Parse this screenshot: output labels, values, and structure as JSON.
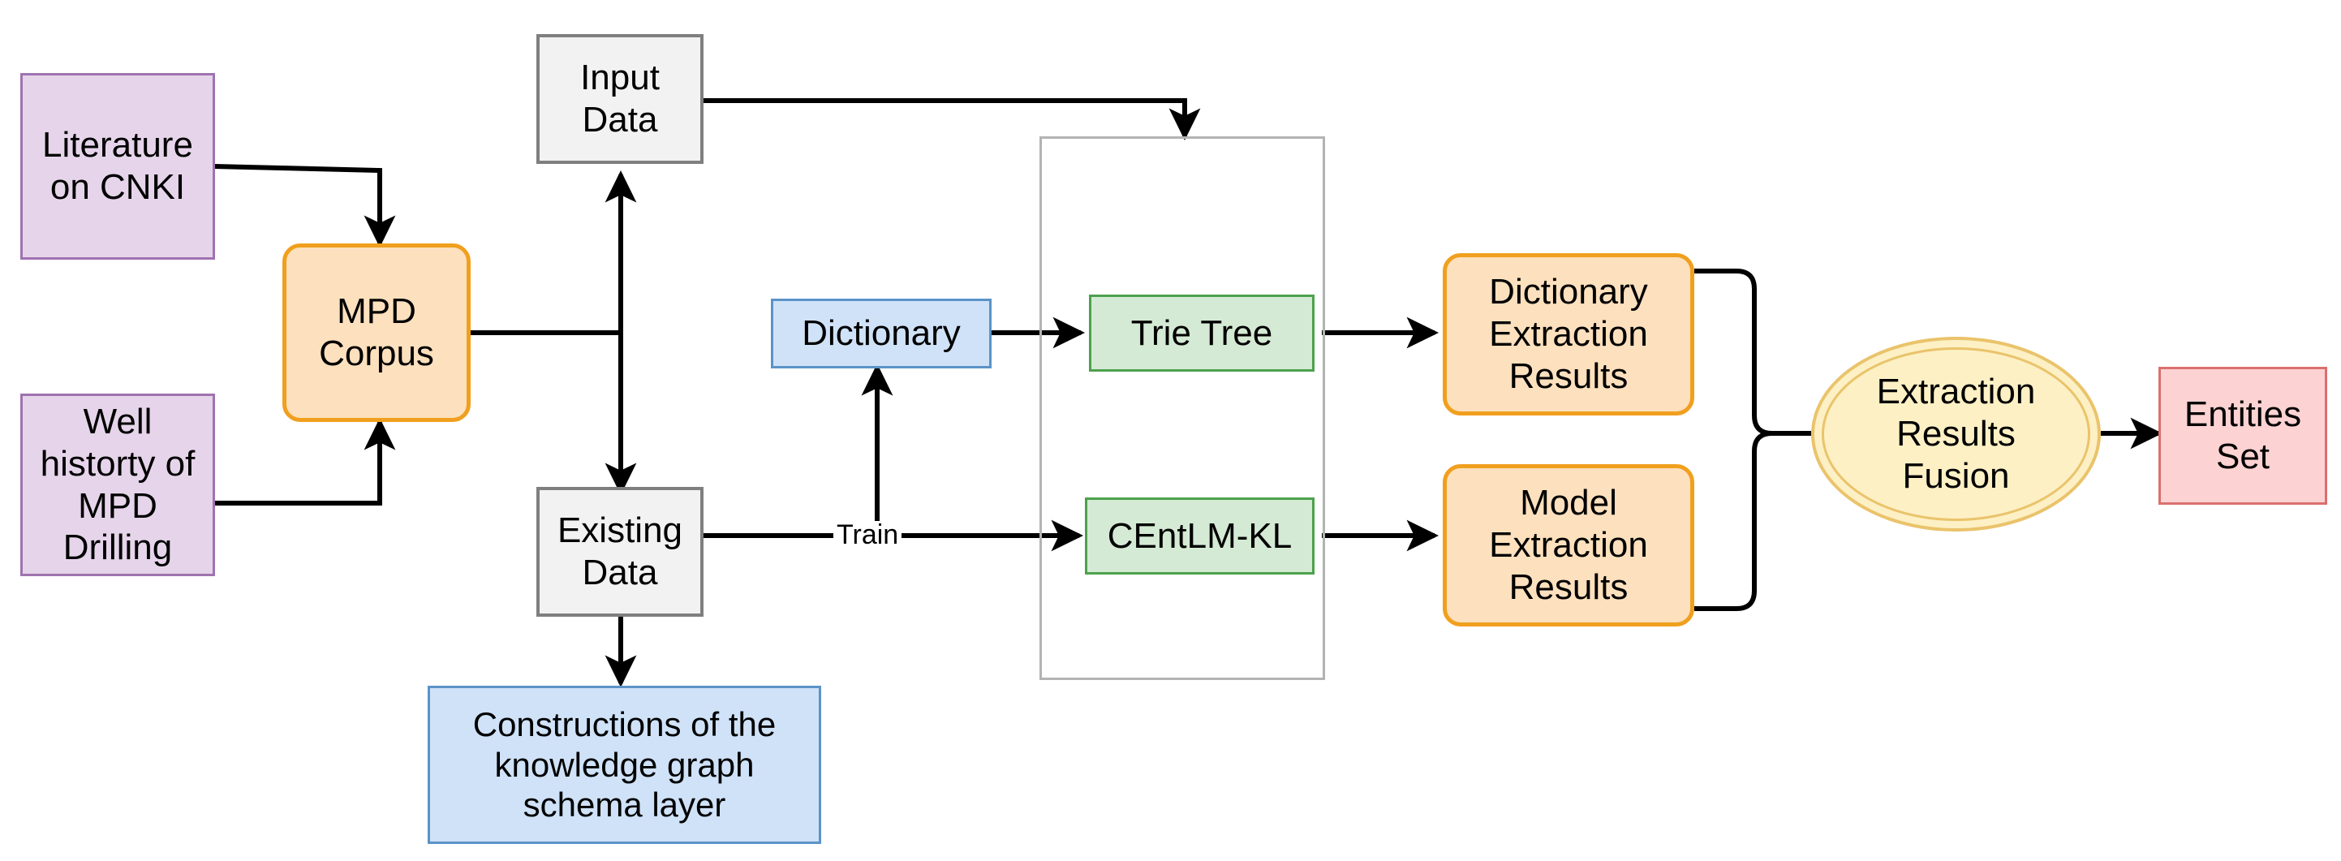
{
  "diagram": {
    "title": "MPD knowledge extraction pipeline flowchart",
    "background": "#ffffff",
    "palette": {
      "purple_fill": "#e6d5ea",
      "purple_stroke": "#9f73b0",
      "orange_fill": "#fde0bd",
      "orange_stroke": "#f0a01e",
      "gray_fill": "#f2f2f2",
      "gray_stroke": "#7f7f7f",
      "blue_fill": "#cfe2f7",
      "blue_stroke": "#5b93c8",
      "green_fill": "#d4ead4",
      "green_stroke": "#4da14d",
      "pink_fill": "#fdd2d2",
      "pink_stroke": "#d9706e",
      "ellipse_fill": "#fdf0c4",
      "ellipse_stroke": "#eac36b",
      "group_stroke": "#b3b3b3",
      "edge_stroke": "#000000"
    },
    "nodes": {
      "literature_on_cnki": {
        "label": "Literature\non CNKI",
        "shape": "rect",
        "color": "purple"
      },
      "well_history_of_mpd_drilling": {
        "label": "Well\nhistorty of\nMPD\nDrilling",
        "shape": "rect",
        "color": "purple"
      },
      "mpd_corpus": {
        "label": "MPD\nCorpus",
        "shape": "rounded-rect",
        "color": "orange"
      },
      "input_data": {
        "label": "Input\nData",
        "shape": "rect",
        "color": "gray"
      },
      "existing_data": {
        "label": "Existing\nData",
        "shape": "rect",
        "color": "gray"
      },
      "constructions_schema_layer": {
        "label": "Constructions of the\nknowledge graph\nschema layer",
        "shape": "rect",
        "color": "blue"
      },
      "dictionary": {
        "label": "Dictionary",
        "shape": "rect",
        "color": "blue"
      },
      "trie_tree": {
        "label": "Trie Tree",
        "shape": "rect",
        "color": "green"
      },
      "centlm_kl": {
        "label": "CEntLM-KL",
        "shape": "rect",
        "color": "green"
      },
      "dictionary_extraction_results": {
        "label": "Dictionary\nExtraction\nResults",
        "shape": "rounded-rect",
        "color": "orange"
      },
      "model_extraction_results": {
        "label": "Model\nExtraction\nResults",
        "shape": "rounded-rect",
        "color": "orange"
      },
      "extraction_results_fusion": {
        "label": "Extraction\nResults\nFusion",
        "shape": "ellipse-double",
        "color": "ellipse"
      },
      "entities_set": {
        "label": "Entities\nSet",
        "shape": "rect",
        "color": "pink"
      },
      "extraction_group": {
        "label": "",
        "shape": "group-container",
        "color": "gray-outline"
      }
    },
    "edge_labels": {
      "train": "Train"
    },
    "edges": [
      {
        "from": "literature_on_cnki",
        "to": "mpd_corpus",
        "label": ""
      },
      {
        "from": "well_history_of_mpd_drilling",
        "to": "mpd_corpus",
        "label": ""
      },
      {
        "from": "mpd_corpus",
        "to": "input_data",
        "label": ""
      },
      {
        "from": "mpd_corpus",
        "to": "existing_data",
        "label": ""
      },
      {
        "from": "input_data",
        "to": "extraction_group",
        "label": ""
      },
      {
        "from": "existing_data",
        "to": "centlm_kl",
        "label": "Train"
      },
      {
        "from": "existing_data",
        "to": "constructions_schema_layer",
        "label": ""
      },
      {
        "from": "existing_data",
        "to": "dictionary",
        "label": ""
      },
      {
        "from": "dictionary",
        "to": "trie_tree",
        "label": ""
      },
      {
        "from": "trie_tree",
        "to": "dictionary_extraction_results",
        "label": ""
      },
      {
        "from": "centlm_kl",
        "to": "model_extraction_results",
        "label": ""
      },
      {
        "from": "dictionary_extraction_results",
        "to": "extraction_results_fusion",
        "label": ""
      },
      {
        "from": "model_extraction_results",
        "to": "extraction_results_fusion",
        "label": ""
      },
      {
        "from": "extraction_results_fusion",
        "to": "entities_set",
        "label": ""
      }
    ]
  }
}
